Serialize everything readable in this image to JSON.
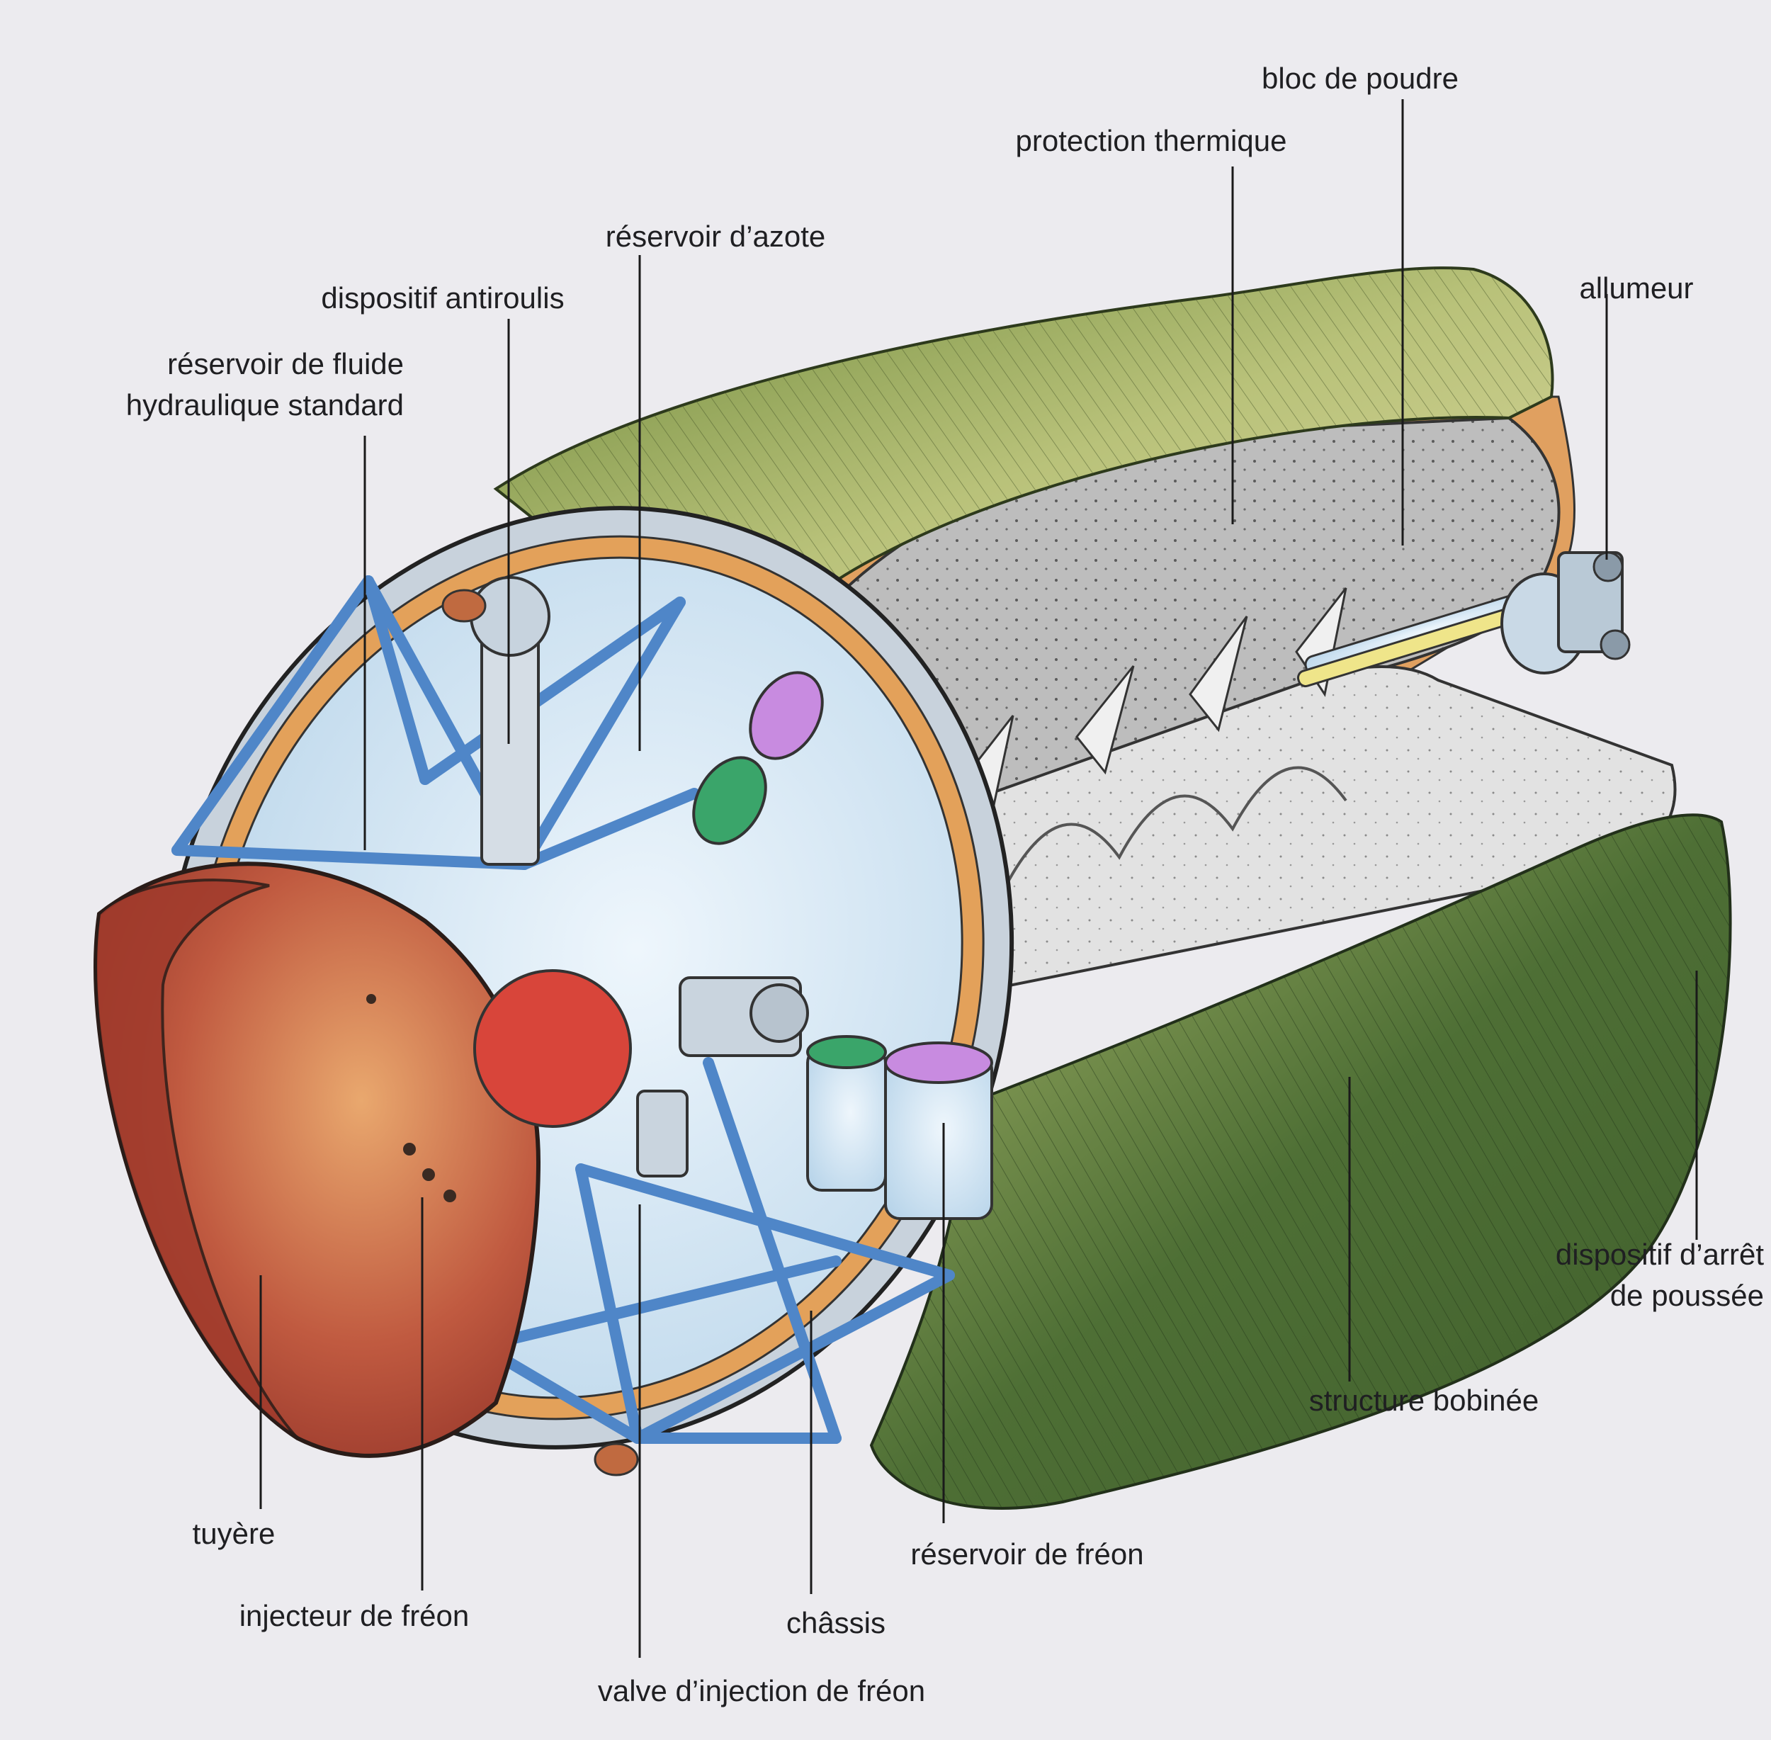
{
  "labels": {
    "bloc_de_poudre": "bloc de poudre",
    "protection_thermique": "protection thermique",
    "reservoir_azote": "réservoir d’azote",
    "dispositif_antiroulis": "dispositif antiroulis",
    "reservoir_fluide_l1": "réservoir de fluide",
    "reservoir_fluide_l2": "hydraulique  standard",
    "allumeur": "allumeur",
    "dispositif_arret_l1": "dispositif d’arrêt",
    "dispositif_arret_l2": "de poussée",
    "structure_bobinee": "structure bobinée",
    "reservoir_freon": "réservoir de fréon",
    "tuyere": "tuyère",
    "injecteur_freon": "injecteur de fréon",
    "chassis": "châssis",
    "valve_injection": "valve d’injection de fréon"
  },
  "colors": {
    "casing_green_light": "#c9c98a",
    "casing_green_dark": "#5a7a3a",
    "propellant_grey": "#b9b9b9",
    "frame_blue": "#5a8fd0",
    "nozzle_red": "#b94a36",
    "inner_blue": "#cfe3f2",
    "orange_layer": "#e3a15a",
    "igniter_yellow": "#efe58a",
    "tank_purple": "#c88be0",
    "tank_green": "#3aa56a"
  }
}
